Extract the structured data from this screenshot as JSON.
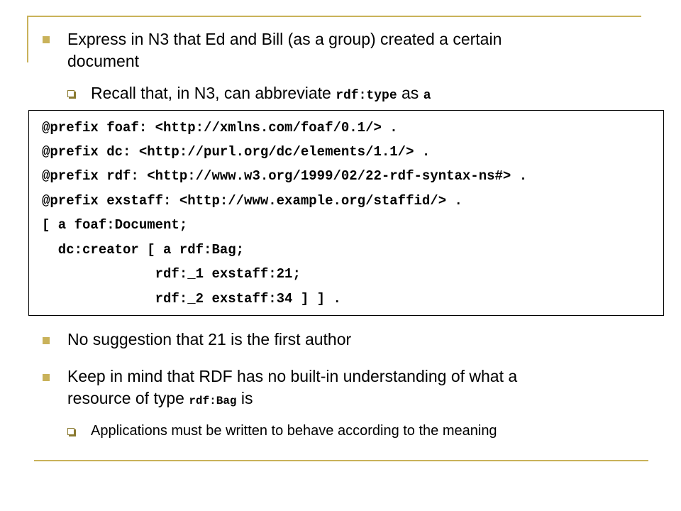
{
  "bullets": {
    "b1_line1": "Express in N3 that Ed and Bill (as a group) created a certain",
    "b1_line2": "document",
    "b1_sub_prefix": "Recall that, in N3, can abbreviate ",
    "b1_sub_code1": "rdf:type",
    "b1_sub_mid": " as ",
    "b1_sub_code2": "a",
    "b2": "No suggestion that 21 is the first author",
    "b3_line1": "Keep in mind that RDF has no built-in understanding of what a",
    "b3_line2_prefix": "resource of type ",
    "b3_line2_code": "rdf:Bag",
    "b3_line2_suffix": " is",
    "b3_sub": "Applications must be written to behave according to the meaning"
  },
  "code": {
    "lines": [
      "@prefix foaf: <http://xmlns.com/foaf/0.1/> .",
      "@prefix dc: <http://purl.org/dc/elements/1.1/> .",
      "@prefix rdf: <http://www.w3.org/1999/02/22-rdf-syntax-ns#> .",
      "@prefix exstaff: <http://www.example.org/staffid/> .",
      "[ a foaf:Document;",
      "  dc:creator [ a rdf:Bag;",
      "              rdf:_1 exstaff:21;",
      "              rdf:_2 exstaff:34 ] ] ."
    ]
  },
  "colors": {
    "accent": "#c9b25a",
    "text": "#000000",
    "background": "#ffffff"
  }
}
